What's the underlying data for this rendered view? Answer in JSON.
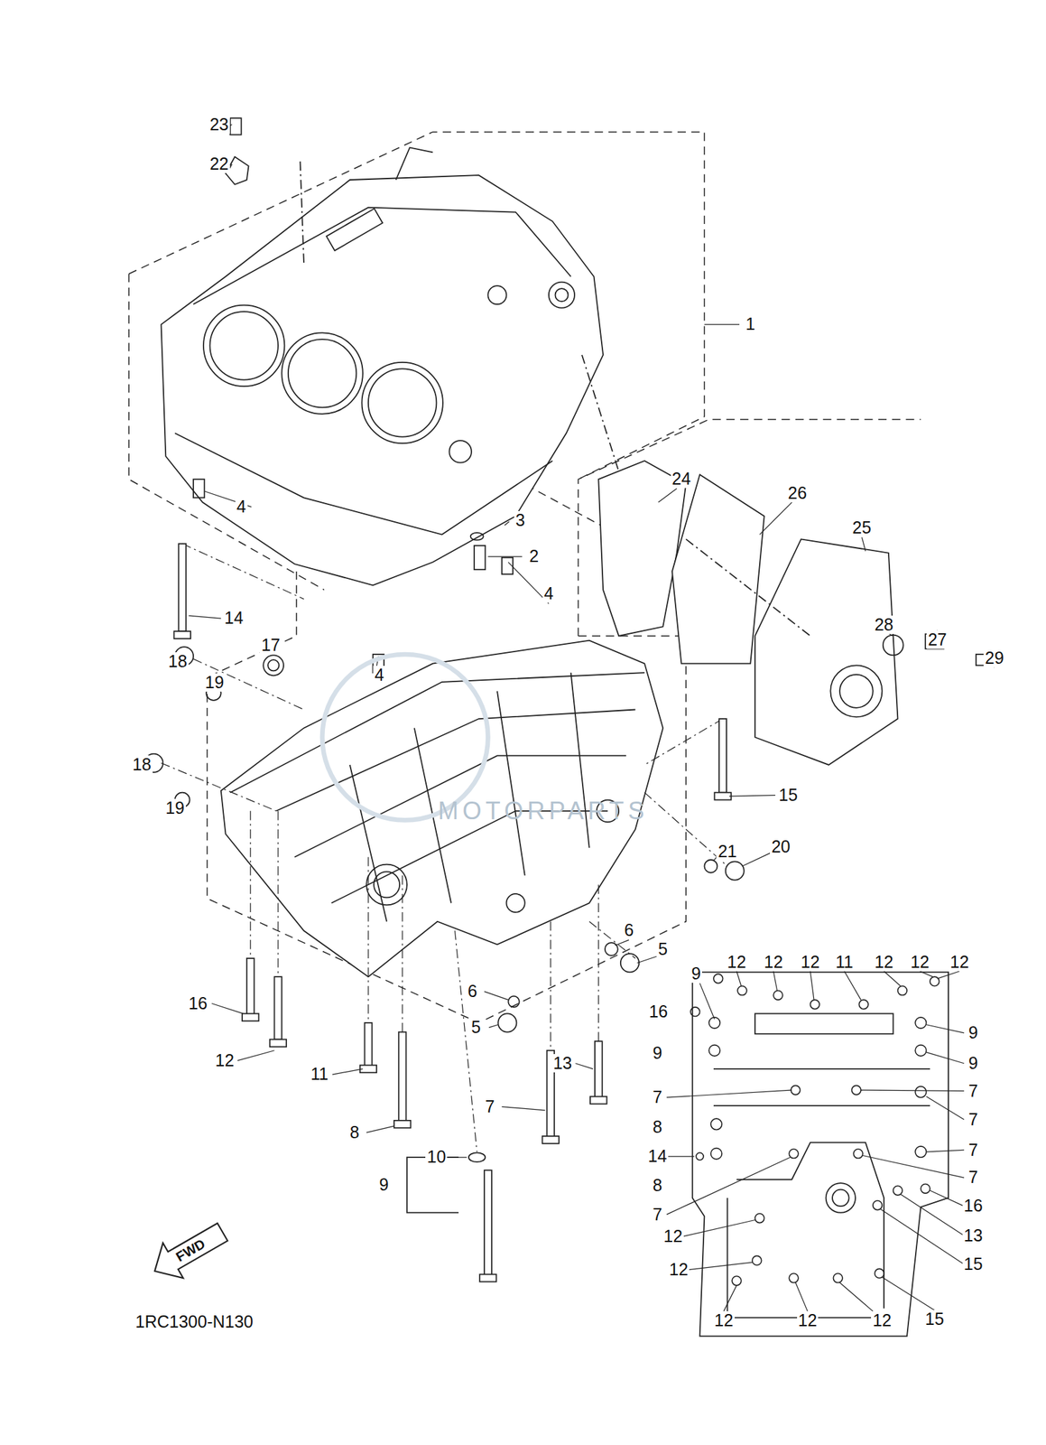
{
  "diagram": {
    "labels": [
      "23",
      "22",
      "1",
      "4",
      "3",
      "2",
      "24",
      "26",
      "25",
      "28",
      "27",
      "29",
      "4",
      "14",
      "17",
      "18",
      "19",
      "4",
      "18",
      "19",
      "15",
      "21",
      "20",
      "6",
      "5",
      "16",
      "6",
      "5",
      "12",
      "11",
      "13",
      "8",
      "7",
      "10",
      "9",
      "12",
      "12",
      "12",
      "11",
      "12",
      "12",
      "12",
      "9",
      "16",
      "9",
      "9",
      "9",
      "7",
      "7",
      "8",
      "7",
      "14",
      "7",
      "8",
      "7",
      "7",
      "16",
      "13",
      "12",
      "15",
      "12",
      "12",
      "12",
      "12",
      "15",
      "FWD",
      "1RC1300-N130",
      "MOTORPARTS"
    ]
  }
}
